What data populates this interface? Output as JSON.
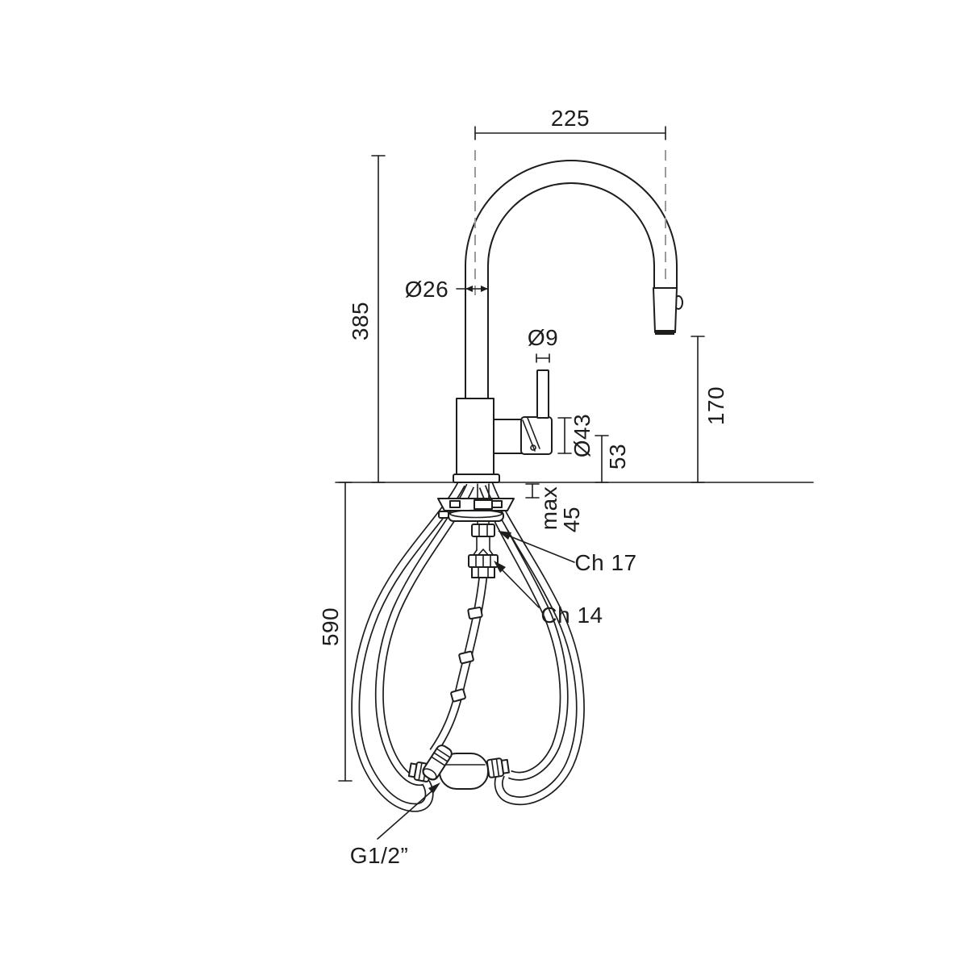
{
  "drawing": {
    "kind": "kitchen-mixer-tap-installation-diagram",
    "background": "#ffffff",
    "line_color": "#1d1d1b",
    "centerline_color": "#9b9b9b"
  },
  "dimensions": {
    "spout_reach": "225",
    "height_to_spout": "385",
    "spout_tube_diameter": "Ø26",
    "lever_diameter": "Ø9",
    "cartridge_diameter": "Ø43",
    "body_height": "53",
    "outlet_height": "170",
    "deck_max_label": "max",
    "deck_max_value": "45",
    "under_counter_depth": "590"
  },
  "callouts": {
    "upper_nut": "Ch 17",
    "lower_nut": "Ch 14",
    "inlet_thread": "G1/2”"
  }
}
